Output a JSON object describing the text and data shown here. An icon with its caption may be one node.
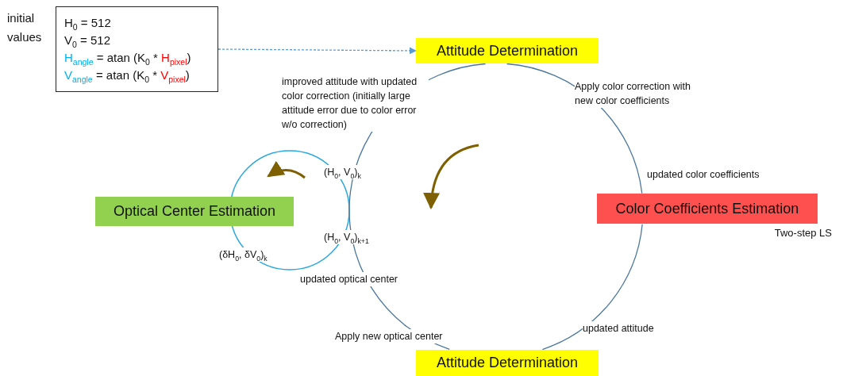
{
  "diagram": {
    "nodes": [
      {
        "text": [
          "H$_{0}$ = 512",
          "V$_{0}$ = 512",
          "H$_{angle}$ = atan (K$_{0}$ * H$_{pixel}$)",
          "V$_{angle}$ = atan (K$_{0}$ * V$_{pixel}$)"
        ],
        "beside": [
          "initial values"
        ]
      },
      {
        "text": [
          "Attitude Determination"
        ]
      },
      {
        "text": [
          "Color Coefficients Estimation"
        ],
        "beside": [
          "Two-step LS"
        ]
      },
      {
        "text": [
          "Attitude Determination"
        ]
      },
      {
        "text": [
          "Optical Center Estimation"
        ]
      }
    ],
    "edges": [
      {
        "from": 0,
        "to": 1,
        "arrow": "to",
        "style": "dashed",
        "color": "#5b9bd5"
      },
      {
        "from": 1,
        "to": 2,
        "arrow": "none"
      },
      {
        "from": 2,
        "to": 3,
        "arrow": "none"
      },
      {
        "from": 3,
        "to": 1,
        "arrow": "none"
      }
    ],
    "labels": [
      "improved attitude with updated color correction (initially large attitude error due to color error w/o correction)",
      "Apply color correction with new color coefficients",
      "(H$_{0}$, V$_{0}$)$_{k}$",
      "updated color coefficients",
      "(H$_{0}$, V$_{0}$)$_{k+1}$",
      "(δH$_{0}$, δV$_{0}$)$_{k}$",
      "updated optical center",
      "updated attitude",
      "Apply new optical center"
    ]
  }
}
